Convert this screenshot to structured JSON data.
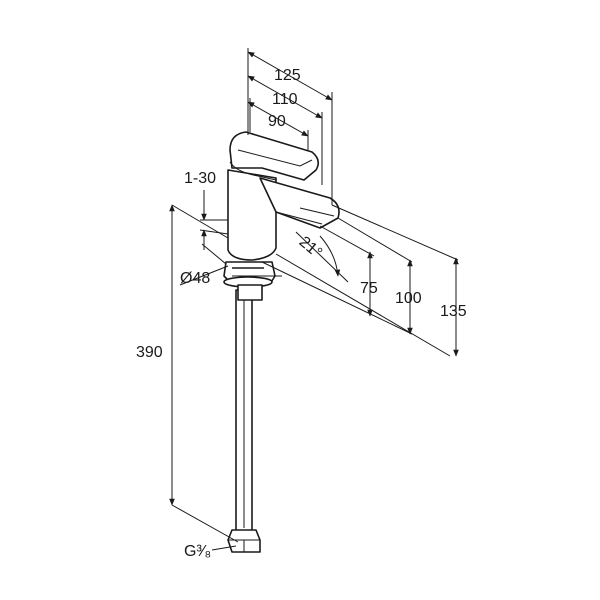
{
  "drawing": {
    "dimensions": {
      "d125": "125",
      "d110": "110",
      "d90": "90",
      "d1_30": "1-30",
      "d_phi48": "Ø48",
      "d390": "390",
      "d21deg": "21°",
      "d75": "75",
      "d100": "100",
      "d135": "135",
      "thread": "G³⁄₈"
    },
    "colors": {
      "line": "#1a1a1a",
      "background": "#ffffff"
    }
  }
}
